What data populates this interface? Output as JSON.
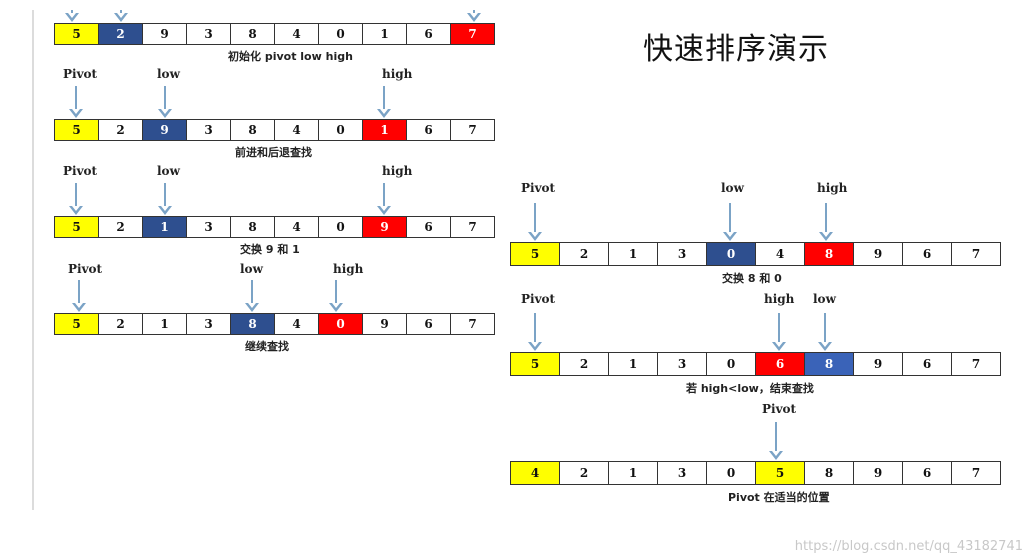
{
  "title": "快速排序演示",
  "labels": {
    "pivot": "Pivot",
    "low": "low",
    "high": "high"
  },
  "colors": {
    "yellow": "#ffff00",
    "blue": "#2e4f8f",
    "red": "#ff0000"
  },
  "steps": [
    {
      "values": [
        "5",
        "2",
        "9",
        "3",
        "8",
        "4",
        "0",
        "1",
        "6",
        "7"
      ],
      "caption": "初始化 pivot low high"
    },
    {
      "values": [
        "5",
        "2",
        "9",
        "3",
        "8",
        "4",
        "0",
        "1",
        "6",
        "7"
      ],
      "caption": "前进和后退查找"
    },
    {
      "values": [
        "5",
        "2",
        "1",
        "3",
        "8",
        "4",
        "0",
        "9",
        "6",
        "7"
      ],
      "caption": "交换 9 和 1"
    },
    {
      "values": [
        "5",
        "2",
        "1",
        "3",
        "8",
        "4",
        "0",
        "9",
        "6",
        "7"
      ],
      "caption": "继续查找"
    },
    {
      "values": [
        "5",
        "2",
        "1",
        "3",
        "0",
        "4",
        "8",
        "9",
        "6",
        "7"
      ],
      "caption": "交换 8 和 0"
    },
    {
      "values": [
        "5",
        "2",
        "1",
        "3",
        "0",
        "6",
        "8",
        "9",
        "6",
        "7"
      ],
      "caption": "若 high<low，结束查找"
    },
    {
      "values": [
        "4",
        "2",
        "1",
        "3",
        "0",
        "5",
        "8",
        "9",
        "6",
        "7"
      ],
      "caption": "Pivot 在适当的位置"
    }
  ],
  "watermark": "https://blog.csdn.net/qq_43182741"
}
